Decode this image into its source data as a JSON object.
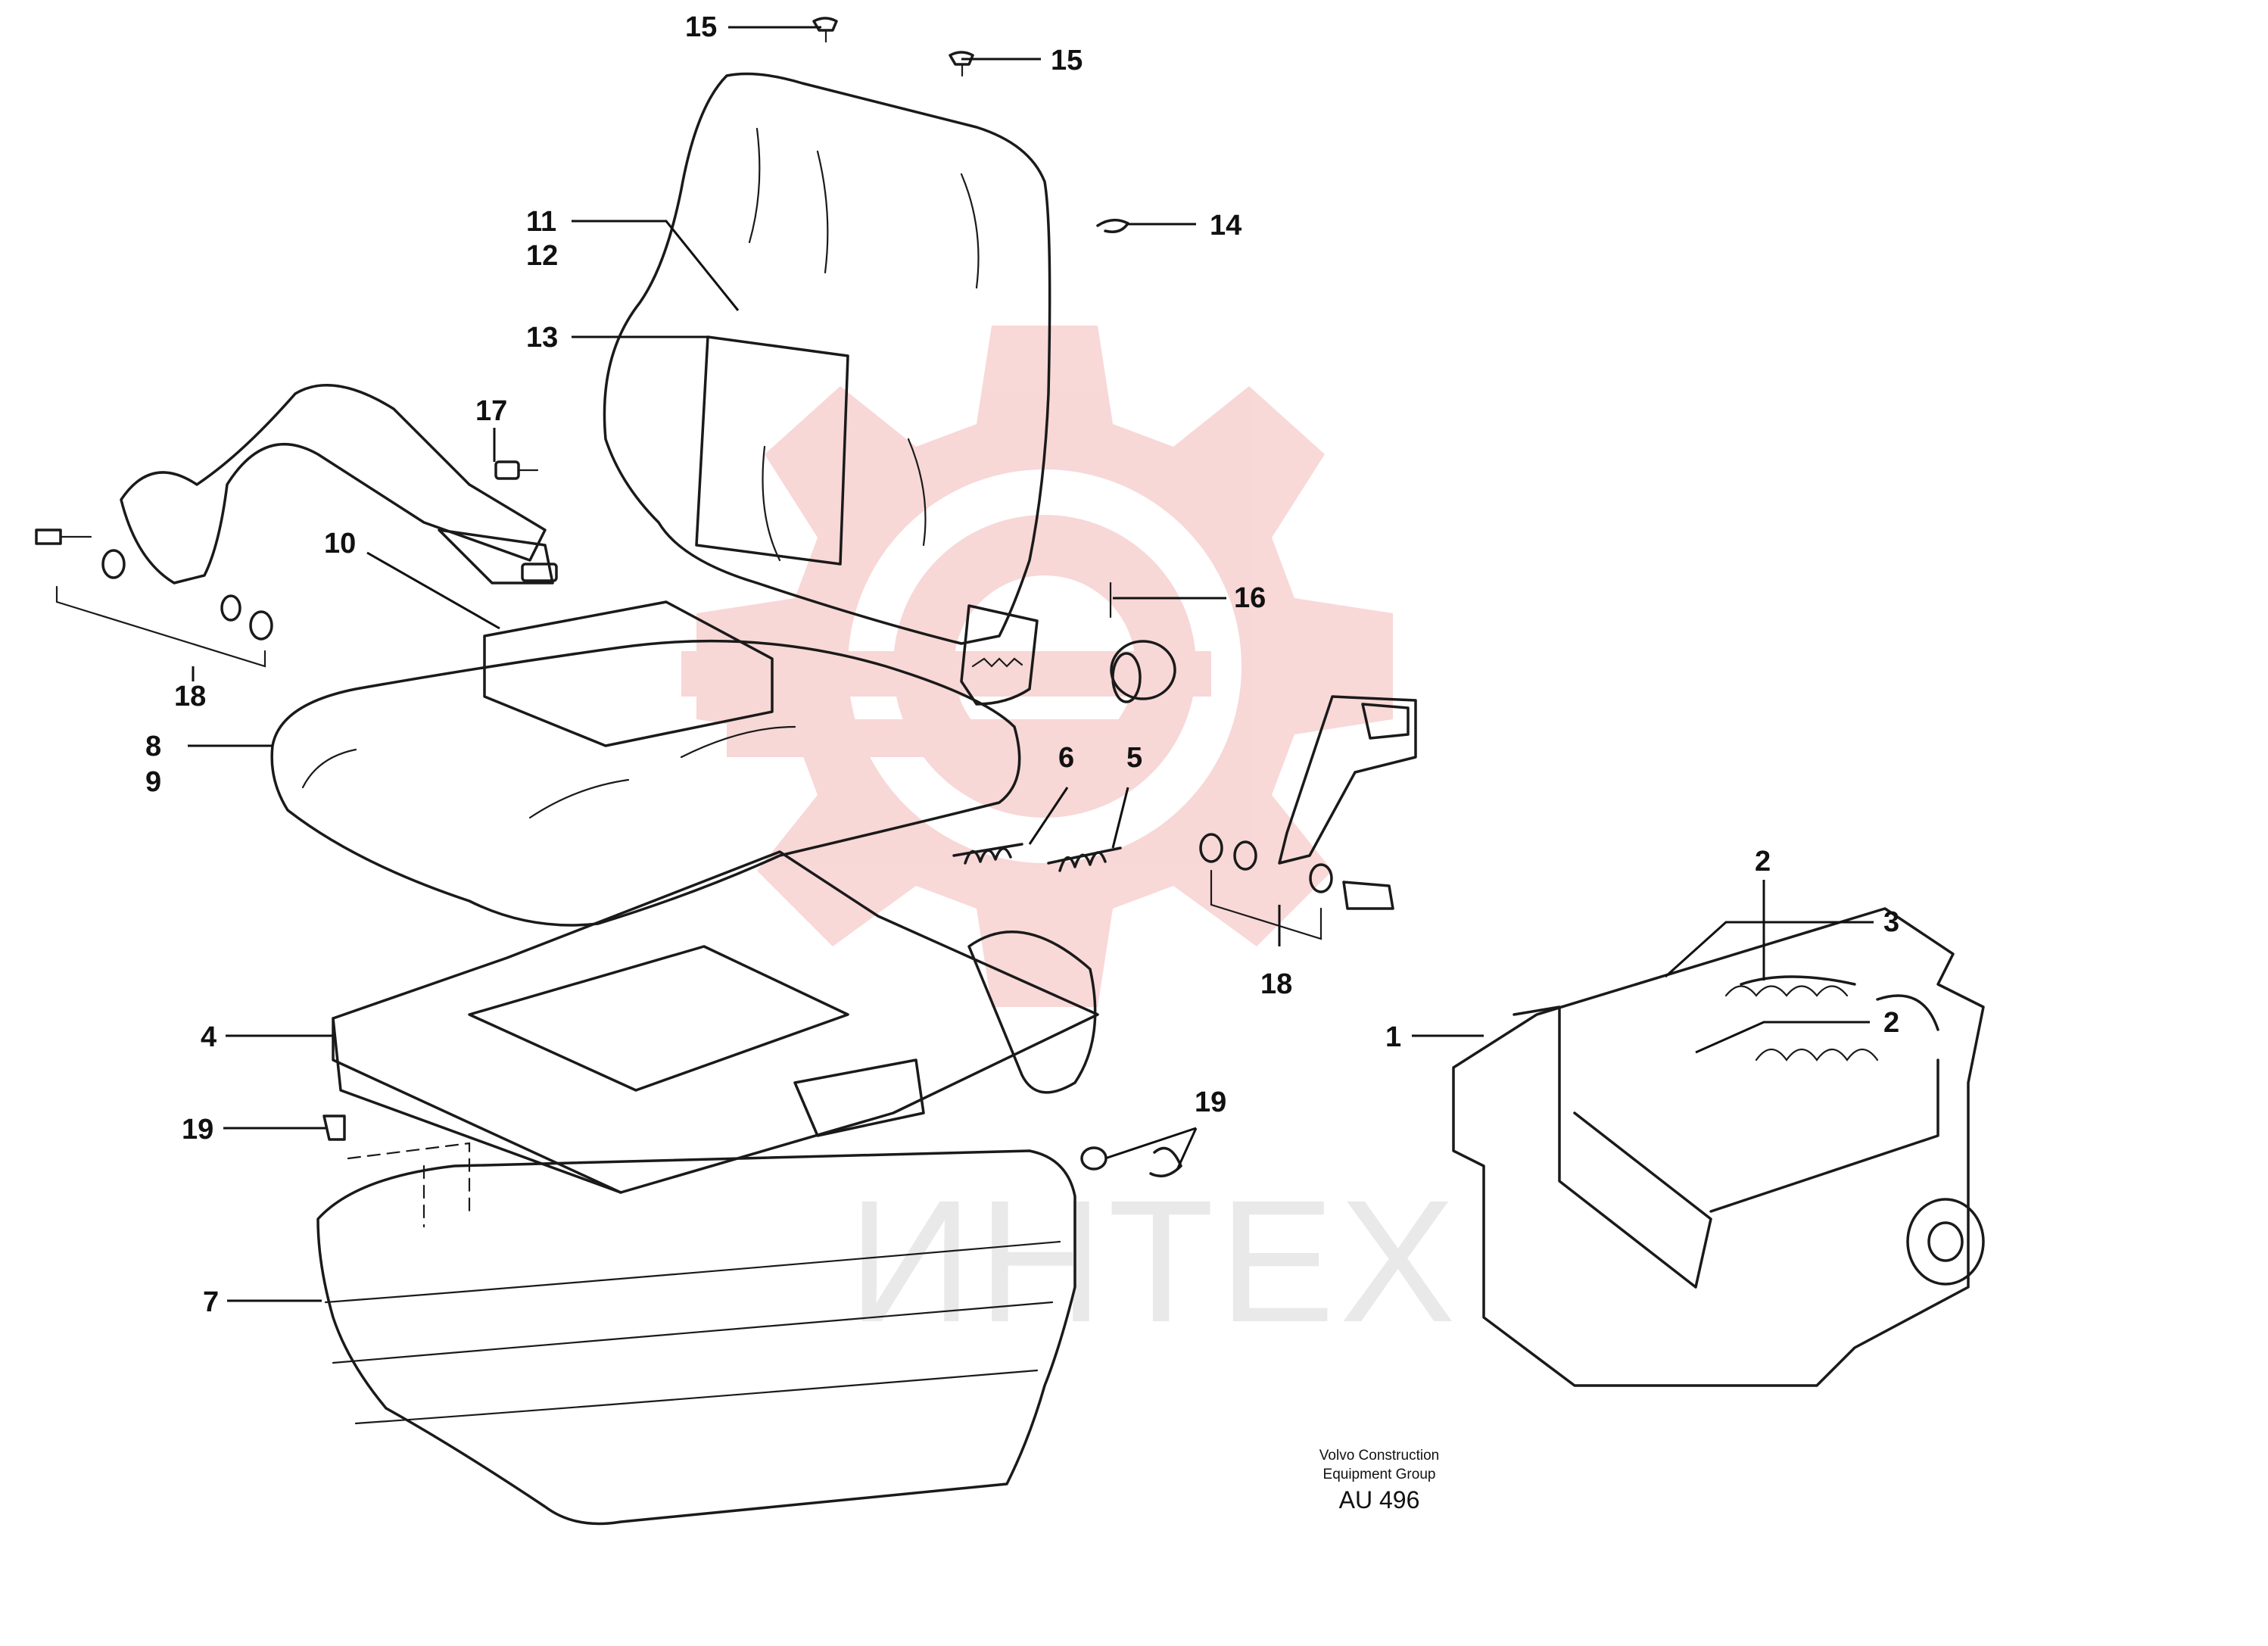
{
  "figure": {
    "callouts": [
      {
        "id": "c15a",
        "label": "15"
      },
      {
        "id": "c15b",
        "label": "15"
      },
      {
        "id": "c11",
        "label": "11"
      },
      {
        "id": "c12",
        "label": "12"
      },
      {
        "id": "c14",
        "label": "14"
      },
      {
        "id": "c13",
        "label": "13"
      },
      {
        "id": "c17",
        "label": "17"
      },
      {
        "id": "c10",
        "label": "10"
      },
      {
        "id": "c16",
        "label": "16"
      },
      {
        "id": "c18a",
        "label": "18"
      },
      {
        "id": "c8",
        "label": "8"
      },
      {
        "id": "c9",
        "label": "9"
      },
      {
        "id": "c6",
        "label": "6"
      },
      {
        "id": "c5",
        "label": "5"
      },
      {
        "id": "c2a",
        "label": "2"
      },
      {
        "id": "c3",
        "label": "3"
      },
      {
        "id": "c18b",
        "label": "18"
      },
      {
        "id": "c2b",
        "label": "2"
      },
      {
        "id": "c4",
        "label": "4"
      },
      {
        "id": "c1",
        "label": "1"
      },
      {
        "id": "c19a",
        "label": "19"
      },
      {
        "id": "c19b",
        "label": "19"
      },
      {
        "id": "c7",
        "label": "7"
      }
    ],
    "credit_line1": "Volvo Construction",
    "credit_line2": "Equipment Group",
    "doc_id": "AU 496"
  },
  "watermark": {
    "text": "ИНТЕХ",
    "gear_color": "#f4b8b8",
    "text_color": "#cfcfcf"
  }
}
